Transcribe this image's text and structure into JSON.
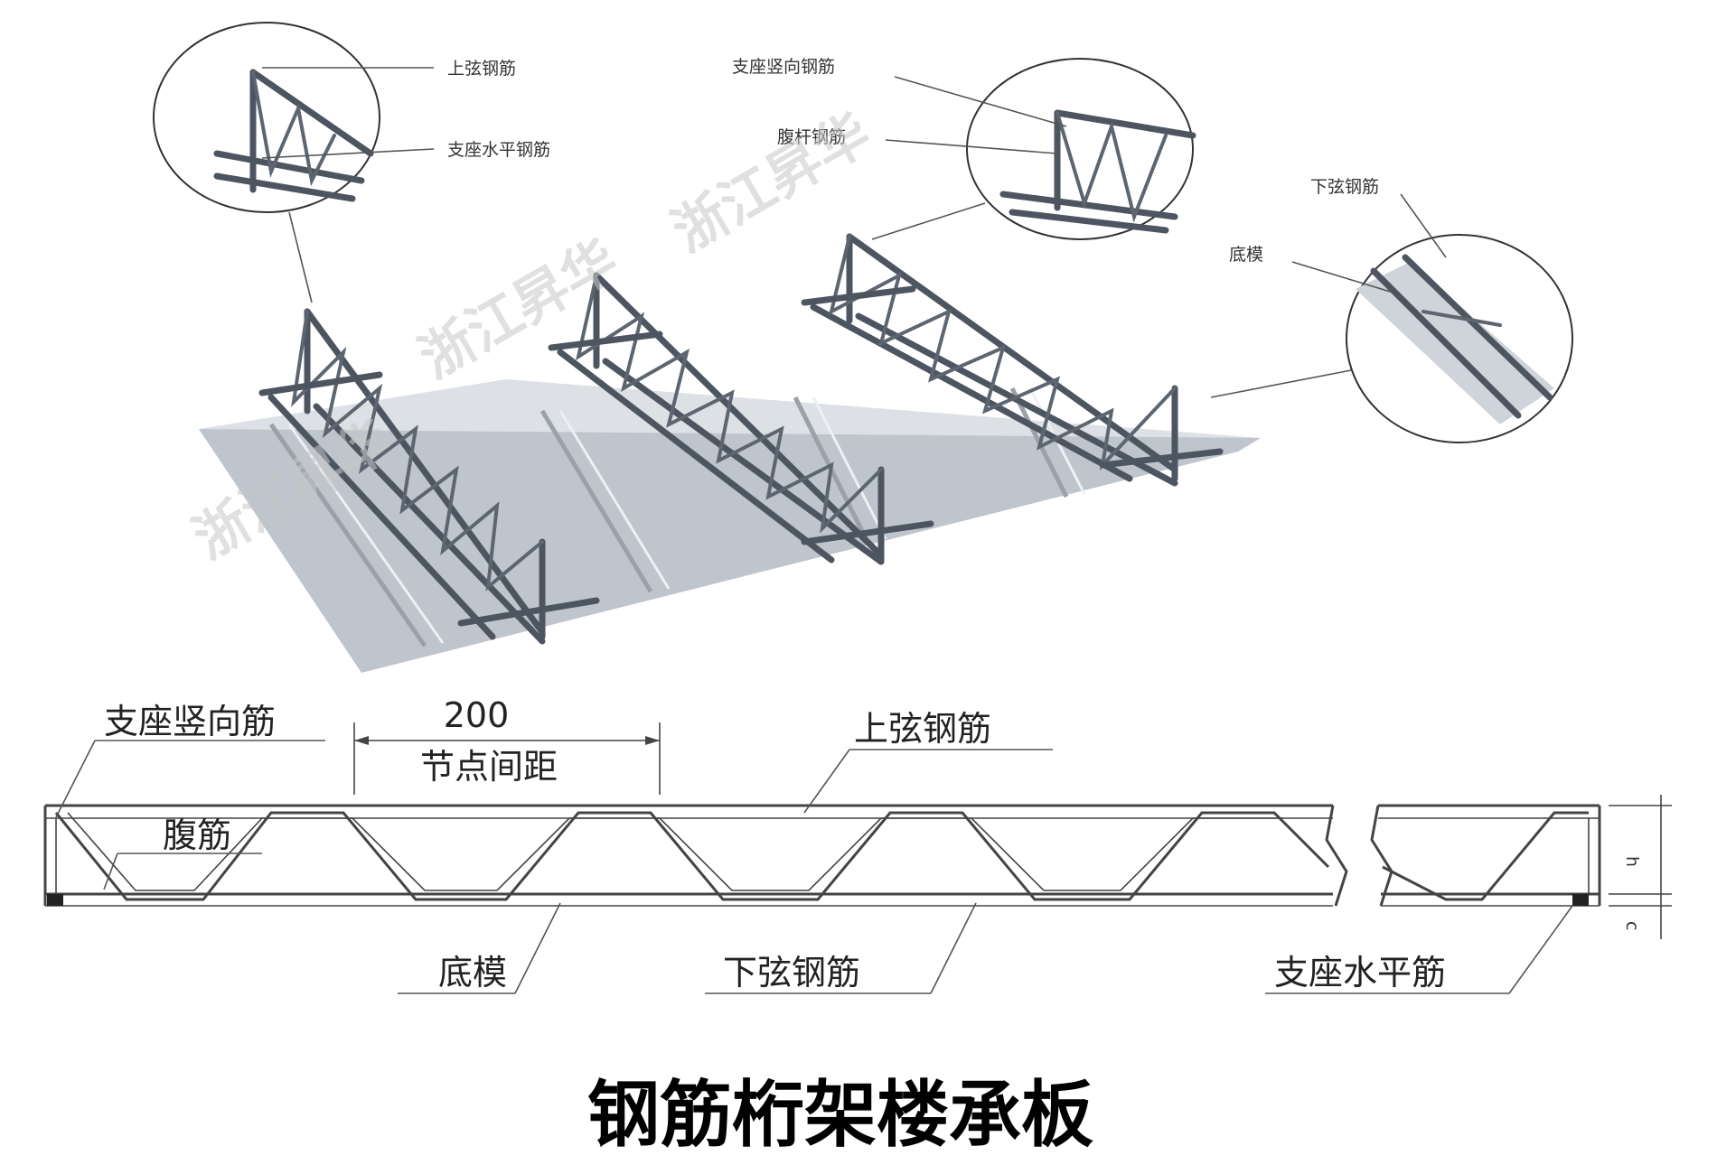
{
  "isometric_callouts": {
    "top_chord": "上弦钢筋",
    "support_horizontal": "支座水平钢筋",
    "support_vertical": "支座竖向钢筋",
    "web_bar": "腹杆钢筋",
    "bottom_chord": "下弦钢筋",
    "bottom_form": "底模"
  },
  "watermark": {
    "text_1": "浙江昇华",
    "text_2": "浙江昇华",
    "text_3": "浙江昇华"
  },
  "section": {
    "support_vertical": "支座竖向筋",
    "dimension_value": "200",
    "node_spacing": "节点间距",
    "top_chord": "上弦钢筋",
    "web_bar": "腹筋",
    "bottom_form": "底模",
    "bottom_chord": "下弦钢筋",
    "support_horizontal": "支座水平筋",
    "height_symbol": "h",
    "cover_symbol": "c"
  },
  "title": "钢筋桁架楼承板",
  "colors": {
    "steel_dark": "#4d5560",
    "deck_light": "#d7dbe0",
    "deck_mid": "#b9bfc6",
    "title": "#000000"
  }
}
